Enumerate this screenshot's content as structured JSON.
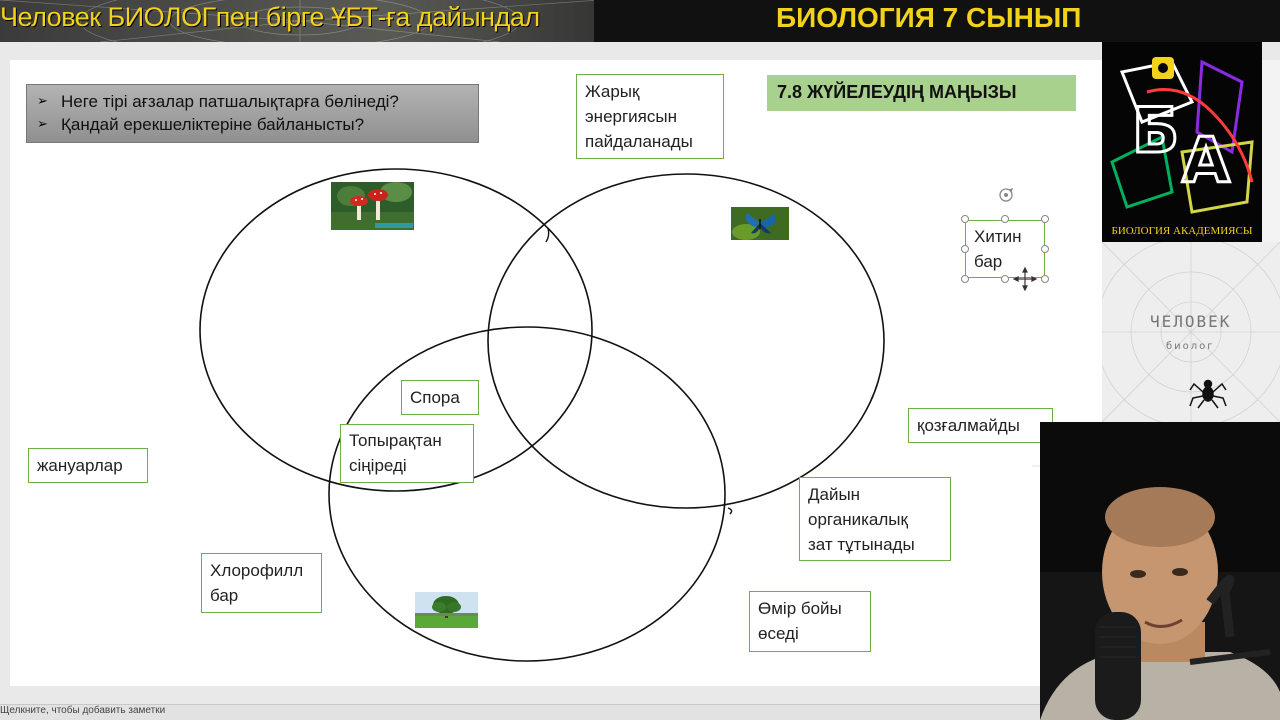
{
  "header": {
    "left_title": "Человек БИОЛОГпен бірге ҰБТ-ға дайындал",
    "right_title": "БИОЛОГИЯ 7 СЫНЫП"
  },
  "questions": [
    {
      "bullet": "➢",
      "text": "Неге тірі ағзалар патшалықтарға бөлінеді?"
    },
    {
      "bullet": "➢",
      "text": "Қандай ерекшеліктеріне байланысты?"
    }
  ],
  "section_title": "7.8 ЖҮЙЕЛЕУДІҢ МАҢЫЗЫ",
  "labels": {
    "light_energy_line1": "Жарық",
    "light_energy_line2": "энергиясын",
    "light_energy_line3": "пайдаланады",
    "chitin_line1": "Хитин",
    "chitin_line2": "бар",
    "spore": "Спора",
    "soil_line1": "Топырақтан",
    "soil_line2": "сіңіреді",
    "animals": "жануарлар",
    "immobile": "қозғалмайды",
    "organic_line1": "Дайын",
    "organic_line2": "органикалық",
    "organic_line3": "зат тұтынады",
    "chlorophyll_line1": "Хлорофилл",
    "chlorophyll_line2": "бар",
    "lifelong_line1": "Өмір бойы",
    "lifelong_line2": "өседі"
  },
  "images": {
    "mushroom": "mushroom-photo",
    "butterfly": "butterfly-photo",
    "tree": "tree-photo"
  },
  "notes_placeholder": "Щелкните, чтобы добавить заметки",
  "logo": {
    "caption": "БИОЛОГИЯ АКАДЕМИЯСЫ"
  },
  "brand": {
    "name": "ЧЕЛОВЕК",
    "subtitle": "биолог"
  },
  "colors": {
    "label_border": "#70ad47",
    "section_fill": "#a9d18e",
    "header_text": "#f2d21a",
    "question_fill": "#a6a6a6"
  }
}
